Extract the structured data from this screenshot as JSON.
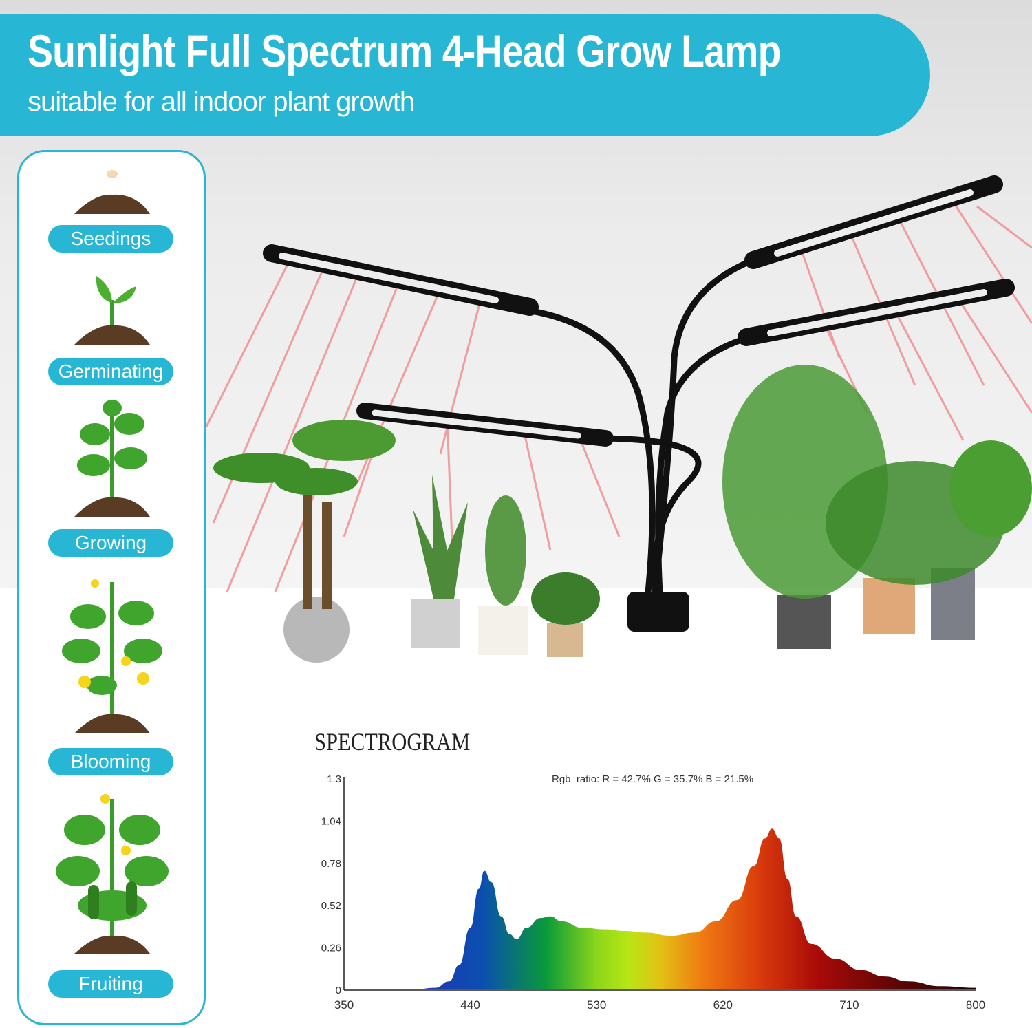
{
  "header": {
    "title": "Sunlight Full Spectrum 4-Head Grow Lamp",
    "subtitle": "suitable for all indoor plant growth"
  },
  "stages": [
    {
      "label": "Seedings",
      "icon": "seed-icon"
    },
    {
      "label": "Germinating",
      "icon": "sprout-icon"
    },
    {
      "label": "Growing",
      "icon": "plant-icon"
    },
    {
      "label": "Blooming",
      "icon": "flowering-plant-icon"
    },
    {
      "label": "Fruiting",
      "icon": "fruiting-plant-icon"
    }
  ],
  "colors": {
    "accent": "#27b7d5",
    "ray": "#f08080",
    "leaf": "#3a9a2a"
  },
  "chart_data": {
    "type": "area",
    "title": "SPECTROGRAM",
    "annotation": "Rgb_ratio: R = 42.7% G = 35.7% B = 21.5%",
    "xlabel": "",
    "ylabel": "",
    "xlim": [
      350,
      800
    ],
    "ylim": [
      0,
      1.3
    ],
    "x_ticks": [
      "350",
      "440",
      "530",
      "620",
      "710",
      "800"
    ],
    "y_ticks": [
      "0",
      "0.26",
      "0.52",
      "0.78",
      "1.04",
      "1.3"
    ],
    "grid": false,
    "series": [
      {
        "x": [
          350,
          400,
          415,
          425,
          432,
          440,
          446,
          450,
          455,
          462,
          468,
          473,
          480,
          490,
          497,
          505,
          520,
          536,
          550,
          565,
          583,
          600,
          615,
          630,
          642,
          650,
          655,
          660,
          666,
          672,
          683,
          700,
          718,
          735,
          752,
          775,
          800
        ],
        "y": [
          0.0,
          0.0,
          0.01,
          0.05,
          0.15,
          0.38,
          0.62,
          0.73,
          0.66,
          0.45,
          0.34,
          0.31,
          0.38,
          0.44,
          0.45,
          0.42,
          0.38,
          0.37,
          0.36,
          0.35,
          0.33,
          0.35,
          0.42,
          0.55,
          0.76,
          0.93,
          0.99,
          0.93,
          0.68,
          0.45,
          0.28,
          0.19,
          0.12,
          0.08,
          0.05,
          0.02,
          0.01
        ]
      }
    ]
  }
}
